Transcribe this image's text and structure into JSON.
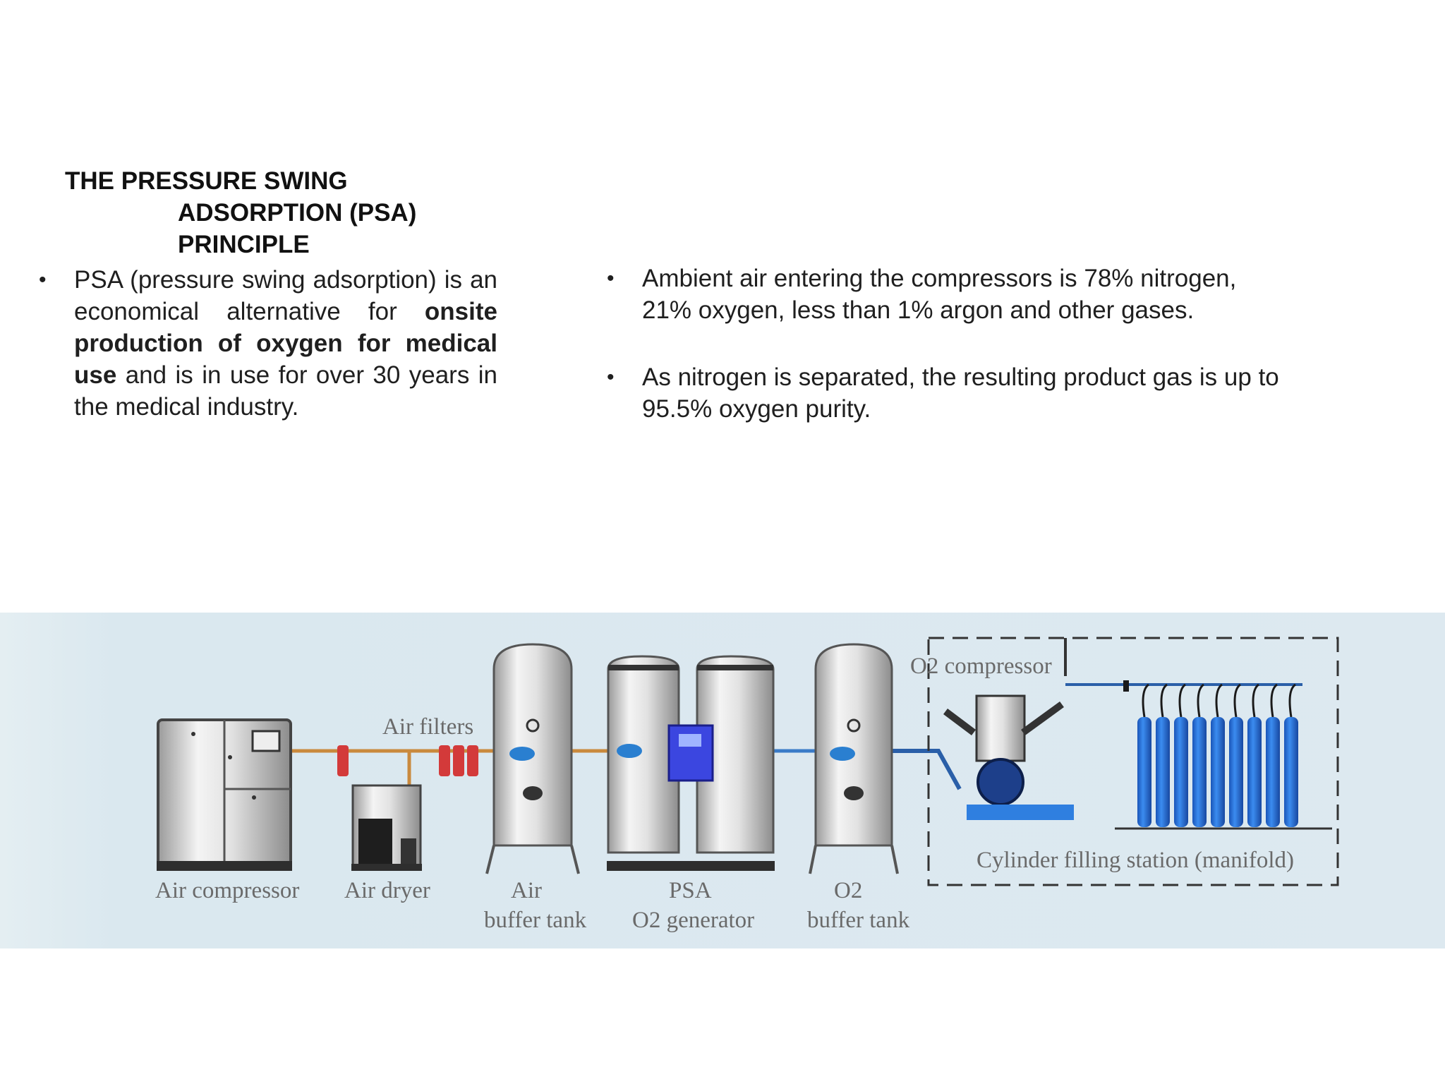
{
  "title": {
    "line1": "THE PRESSURE SWING",
    "line2": "ADSORPTION  (PSA)",
    "line3": "PRINCIPLE"
  },
  "left_bullet": {
    "part1": "PSA (pressure swing adsorption) is an economical alternative for ",
    "bold": "onsite production of oxygen for medical use",
    "part2": " and is in use for over 30 years in the medical industry."
  },
  "right_bullets": [
    "Ambient air entering the compressors is 78% nitrogen, 21%  oxygen, less than 1% argon and other gases.",
    "As nitrogen is separated, the resulting product gas is up to",
    "95.5% oxygen purity."
  ],
  "diagram": {
    "labels": {
      "air_compressor": "Air compressor",
      "air_dryer": "Air dryer",
      "air_filters": "Air filters",
      "air_buffer_tank_1": "Air",
      "air_buffer_tank_2": "buffer tank",
      "psa_1": "PSA",
      "psa_2": "O2 generator",
      "o2_buffer_1": "O2",
      "o2_buffer_2": "buffer tank",
      "o2_compressor": "O2 compressor",
      "cylinder_station": "Cylinder filling station (manifold)"
    },
    "colors": {
      "background": "#dde9f0",
      "cylinder": "#1e6fd8",
      "filter": "#d33a3a",
      "panel": "#3b46e0",
      "pipe": "#c9893d"
    },
    "cylinder_count": 9
  }
}
